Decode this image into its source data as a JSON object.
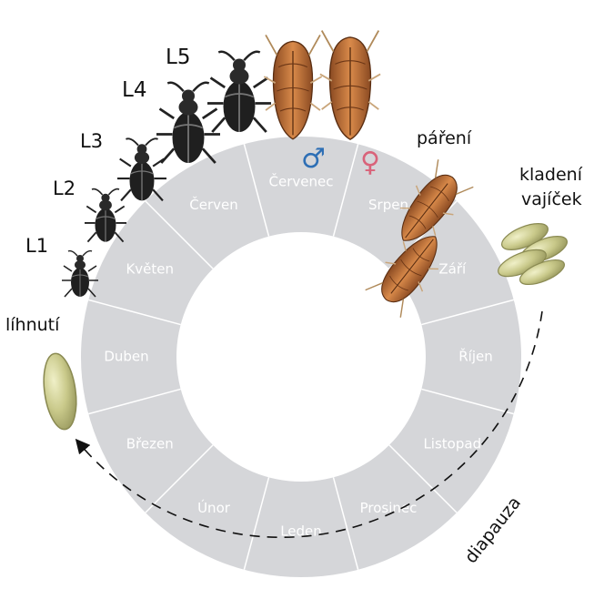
{
  "months": [
    "Leden",
    "Únor",
    "Březen",
    "Duben",
    "Květen",
    "Červen",
    "Červenec",
    "Srpen",
    "Září",
    "Říjen",
    "Listopad",
    "Prosinec"
  ],
  "larval_stages": [
    "L1",
    "L2",
    "L3",
    "L4",
    "L5"
  ],
  "events": {
    "hatching": "líhnutí",
    "mating": "páření",
    "egg_laying_line1": "kladení",
    "egg_laying_line2": "vajíček",
    "diapause": "diapauza"
  },
  "symbols": {
    "male": "♂",
    "female": "♀"
  },
  "colors": {
    "ring": "#d5d6d9",
    "ring_divider": "#ffffff",
    "month_text": "#ffffff",
    "male": "#2e6fb5",
    "female": "#d9637a",
    "egg_fill": "#c9c98a",
    "egg_stroke": "#8a8a52",
    "adult_body": "#c1703a",
    "larva_body": "#2a2a2a"
  },
  "icons": [
    "larva-icon",
    "adult-insect-icon",
    "mating-pair-icon",
    "egg-icon",
    "egg-cluster-icon",
    "diapause-arrow-icon"
  ]
}
